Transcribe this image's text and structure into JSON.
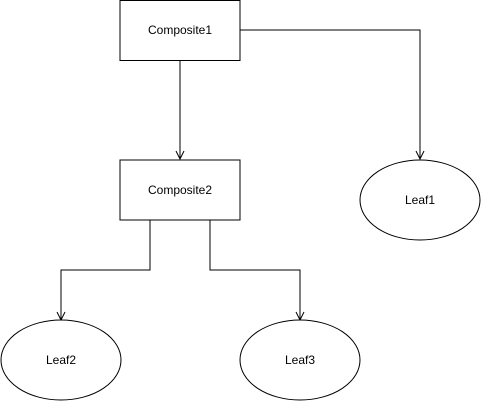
{
  "diagram": {
    "nodes": {
      "composite1": {
        "label": "Composite1",
        "shape": "rectangle"
      },
      "composite2": {
        "label": "Composite2",
        "shape": "rectangle"
      },
      "leaf1": {
        "label": "Leaf1",
        "shape": "ellipse"
      },
      "leaf2": {
        "label": "Leaf2",
        "shape": "ellipse"
      },
      "leaf3": {
        "label": "Leaf3",
        "shape": "ellipse"
      }
    },
    "edges": [
      {
        "from": "composite1",
        "to": "composite2"
      },
      {
        "from": "composite1",
        "to": "leaf1"
      },
      {
        "from": "composite2",
        "to": "leaf2"
      },
      {
        "from": "composite2",
        "to": "leaf3"
      }
    ],
    "colors": {
      "stroke": "#000000",
      "fill": "#ffffff",
      "text": "#000000"
    }
  }
}
